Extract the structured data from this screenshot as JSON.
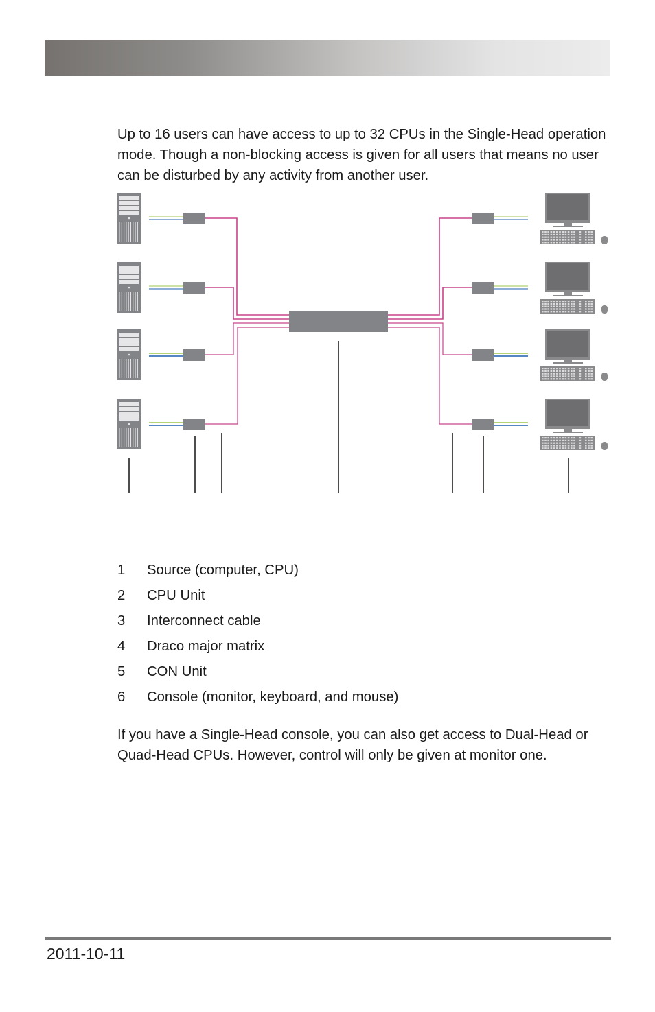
{
  "intro_text": "Up to 16 users can have access to up to 32 CPUs in the Single-Head operation mode. Though a non-blocking access is given for all users that means no user can be disturbed by any activity from another user.",
  "legend": [
    {
      "num": "1",
      "label": "Source (computer, CPU)"
    },
    {
      "num": "2",
      "label": "CPU Unit"
    },
    {
      "num": "3",
      "label": "Interconnect cable"
    },
    {
      "num": "4",
      "label": "Draco major matrix"
    },
    {
      "num": "5",
      "label": "CON Unit"
    },
    {
      "num": "6",
      "label": "Console (monitor, keyboard, and mouse)"
    }
  ],
  "outro_text": "If you have a Single-Head console, you can also get access to Dual-Head or Quad-Head CPUs. However, control will only be given at monitor one.",
  "footer_date": "2011-10-11",
  "colors": {
    "interconnect": "#c8438a",
    "cable_green": "#9bc54a",
    "cable_blue": "#1f5fb0",
    "device_gray": "#838487",
    "screen": "#6e6e70"
  }
}
